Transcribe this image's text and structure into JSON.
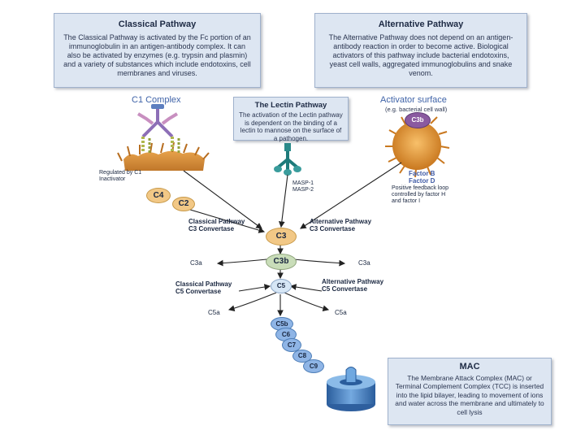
{
  "classical": {
    "title": "Classical Pathway",
    "text": "The Classical Pathway is activated by the Fc portion of an immunoglobulin in an antigen-antibody complex. It can also be activated by enzymes (e.g. trypsin and plasmin) and a variety of substances which include endotoxins, cell membranes and viruses."
  },
  "alternative": {
    "title": "Alternative Pathway",
    "text": "The Alternative Pathway does not depend on an antigen-antibody reaction in order to become active. Biological activators of this pathway include bacterial endotoxins, yeast cell walls, aggregated immunoglobulins and snake venom."
  },
  "lectin": {
    "title": "The Lectin Pathway",
    "text": "The activation of the Lectin pathway is dependent on the binding of a lectin to mannose on the surface of a pathogen."
  },
  "mac": {
    "title": "MAC",
    "text": "The Membrane Attack Complex (MAC) or Terminal Complement Complex (TCC) is inserted into the lipid bilayer, leading to movement of ions and water across the membrane and ultimately to cell lysis"
  },
  "labels": {
    "c1_complex": "C1 Complex",
    "activator_surface": "Activator surface",
    "activator_example": "(e.g. bacterial cell wall)",
    "regulated": "Regulated by C1\nInactivator",
    "masp": "MASP-1\nMASP-2",
    "factor_b": "Factor B",
    "factor_d": "Factor D",
    "feedback": "Positive feedback loop\ncontrolled by factor H\nand factor I",
    "classical_c3_convertase": "Classical Pathway\nC3 Convertase",
    "alternative_c3_convertase": "Alternative Pathway\nC3 Convertase",
    "classical_c5_convertase": "Classical Pathway\nC5 Convertase",
    "alternative_c5_convertase": "Alternative Pathway\nC5 Convertase",
    "c3a_left": "C3a",
    "c3a_right": "C3a",
    "c5a_left": "C5a",
    "c5a_right": "C5a"
  },
  "nodes": {
    "c4": "C4",
    "c2": "C2",
    "c3b_top": "C3b",
    "c3": "C3",
    "c3b": "C3b",
    "c5": "C5",
    "c5b": "C5b",
    "c6": "C6",
    "c7": "C7",
    "c8": "C8",
    "c9": "C9"
  },
  "colors": {
    "box_fill": "#dde6f2",
    "node_orange": "#f2c886",
    "node_green": "#c9ddb9",
    "node_blue": "#8fb5e6",
    "node_purple": "#8a5aa0",
    "spiky": "#e49a38"
  }
}
